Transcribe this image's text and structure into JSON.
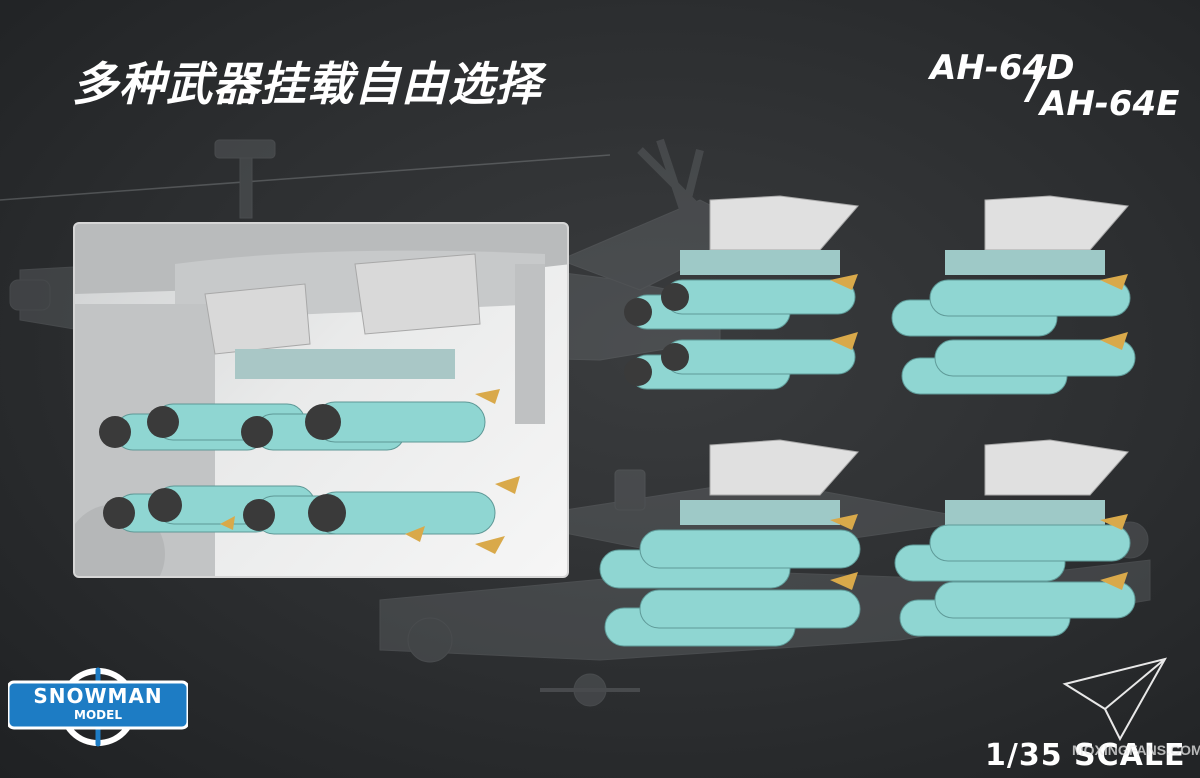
{
  "headline": "多种武器挂载自由选择",
  "model": {
    "primary": "AH-64D",
    "separator": "/",
    "secondary": "AH-64E"
  },
  "scale": "1/35 SCALE",
  "watermark": "MOXINGFANS.COM",
  "brand": {
    "line1": "SNOWMAN",
    "line2": "MODEL",
    "icon": "snowflake-icon"
  },
  "colors": {
    "background": "#2e3032",
    "missile": "#8fd6d2",
    "fin": "#d9a94a",
    "rail": "#cfcfcf",
    "text": "#ffffff",
    "logo": "#1d7cc4"
  }
}
